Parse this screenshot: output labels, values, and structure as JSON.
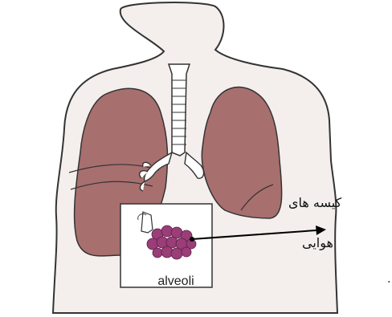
{
  "colors": {
    "skin": "#f4efec",
    "lung": "#a86f6f",
    "outline": "#333333",
    "trachea": "#ffffff",
    "alveoli_cluster": "#9a3d78"
  },
  "labels": {
    "alveoli": "alveoli",
    "persian_line1": "کیسه های",
    "persian_line2": "هوایی",
    "persian_line3": "."
  }
}
